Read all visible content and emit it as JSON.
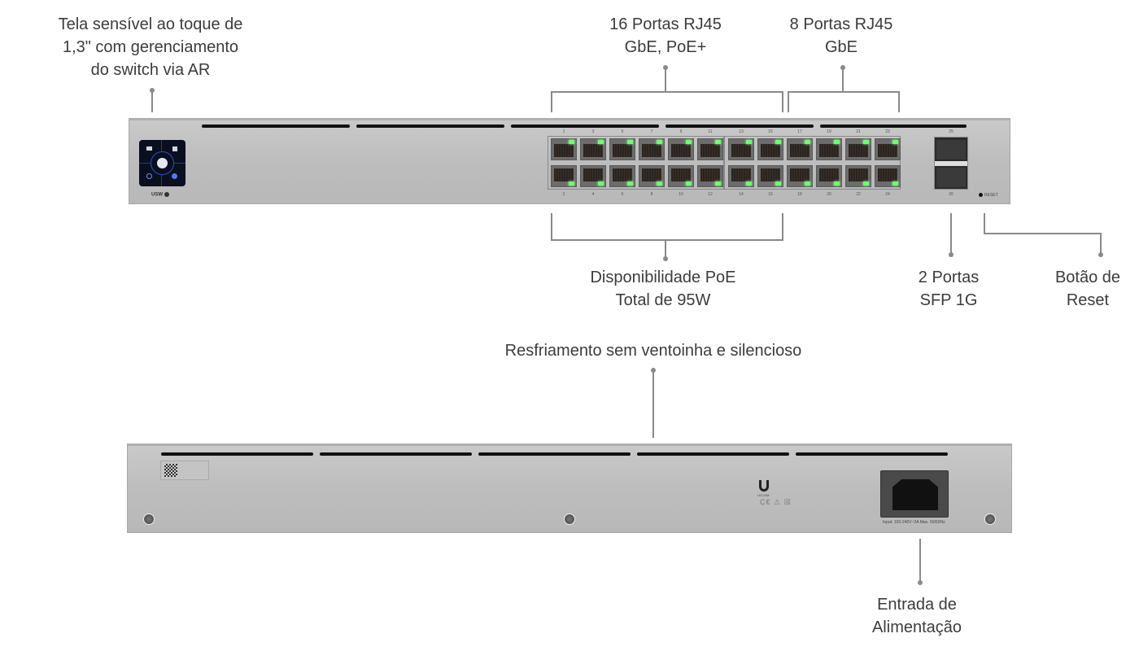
{
  "callouts": {
    "touchscreen": [
      "Tela sensível ao toque de",
      "1,3\" com gerenciamento",
      "do switch via AR"
    ],
    "poe_ports": [
      "16 Portas RJ45",
      "GbE, PoE+"
    ],
    "gbe_ports": [
      "8 Portas RJ45",
      "GbE"
    ],
    "poe_budget": [
      "Disponibilidade PoE",
      "Total de 95W"
    ],
    "sfp": [
      "2 Portas",
      "SFP 1G"
    ],
    "reset": [
      "Botão de",
      "Reset"
    ],
    "cooling": "Resfriamento sem ventoinha e silencioso",
    "power": [
      "Entrada de",
      "Alimentação"
    ]
  },
  "front": {
    "model_badge": "USW",
    "reset_label": "RESET",
    "ports_top": [
      "1",
      "3",
      "5",
      "7",
      "9",
      "11",
      "13",
      "15",
      "17",
      "19",
      "21",
      "23"
    ],
    "ports_bottom": [
      "2",
      "4",
      "6",
      "8",
      "10",
      "12",
      "14",
      "16",
      "18",
      "20",
      "22",
      "24"
    ],
    "poe_icon": "lightning-icon",
    "sfp_top": "25",
    "sfp_bottom": "26",
    "led_color": "#6dff6d"
  },
  "back": {
    "power_rating": "Input: 100-240V~2A Max. 50/60Hz",
    "brand": "UI.COM"
  }
}
